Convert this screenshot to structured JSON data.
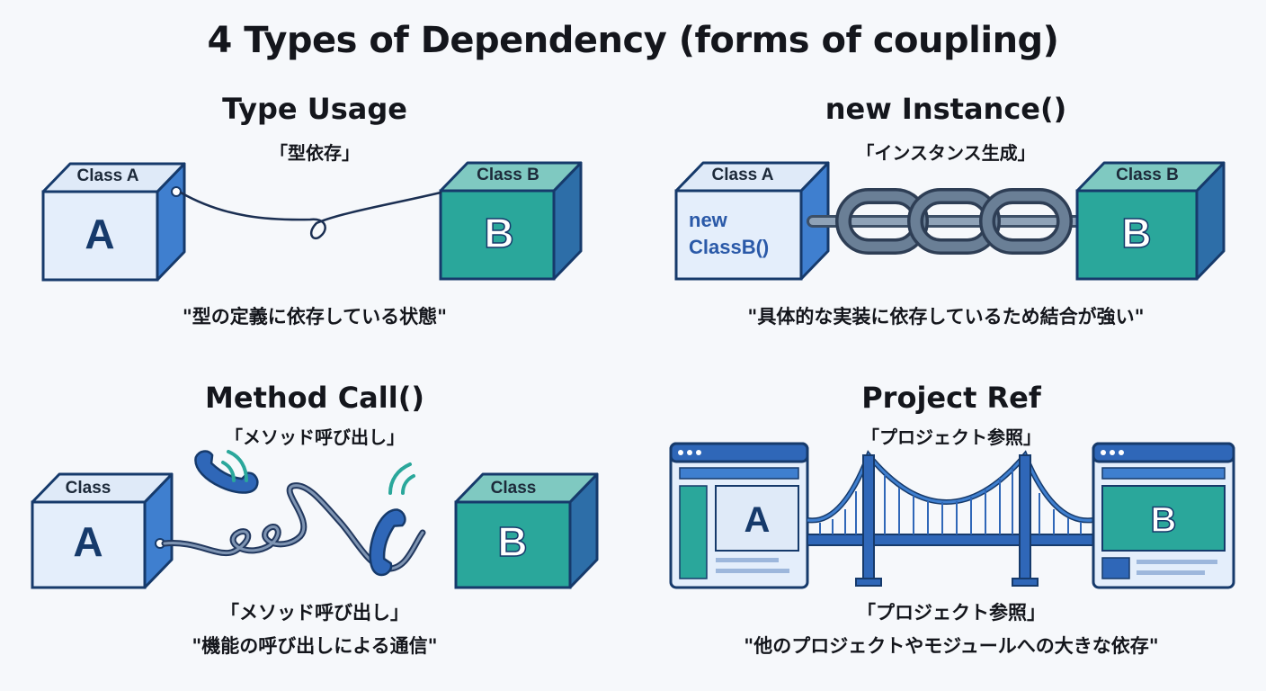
{
  "title": "4 Types of Dependency (forms of coupling)",
  "panels": {
    "type_usage": {
      "title": "Type Usage",
      "subtitle": "「型依存」",
      "class_a": {
        "header": "Class A",
        "letter": "A"
      },
      "class_b": {
        "header": "Class B",
        "letter": "B"
      },
      "caption": "\"型の定義に依存している状態\""
    },
    "new_instance": {
      "title": "new Instance()",
      "subtitle": "「インスタンス生成」",
      "class_a": {
        "header": "Class A",
        "code_line1": "new",
        "code_line2": "ClassB()"
      },
      "class_b": {
        "header": "Class B",
        "letter": "B"
      },
      "caption": "\"具体的な実装に依存しているため結合が強い\""
    },
    "method_call": {
      "title": "Method Call()",
      "subtitle": "「メソッド呼び出し」",
      "class_a": {
        "header": "Class",
        "letter": "A"
      },
      "class_b": {
        "header": "Class",
        "letter": "B"
      },
      "caption_line1": "「メソッド呼び出し」",
      "caption_line2": "\"機能の呼び出しによる通信\""
    },
    "project_ref": {
      "title": "Project Ref",
      "subtitle": "「プロジェクト参照」",
      "project_a": {
        "letter": "A"
      },
      "project_b": {
        "letter": "B"
      },
      "caption_line1": "「プロジェクト参照」",
      "caption_line2": "\"他のプロジェクトやモジュールへの大きな依存\""
    }
  },
  "colors": {
    "outline": "#163a6b",
    "class_a_front": "#e4eefb",
    "class_a_side": "#3f7fcf",
    "class_b_front": "#2aa79b",
    "class_b_side": "#2d6ea8",
    "chain": "#5a6f86",
    "bridge": "#2f67b8"
  },
  "icons": [
    "phone-icon",
    "chain-icon",
    "bridge-icon",
    "browser-window-icon"
  ]
}
